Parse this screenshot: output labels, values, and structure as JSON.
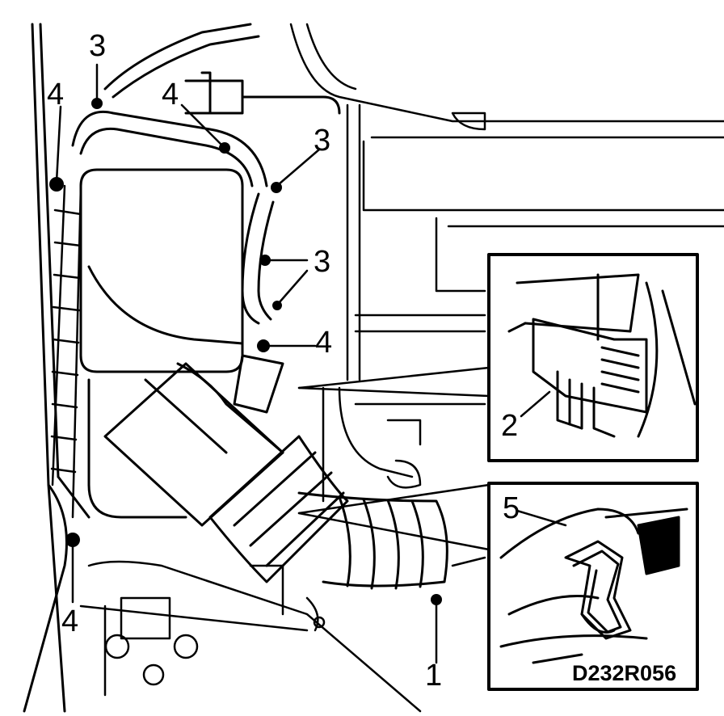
{
  "callouts": {
    "c1": "1",
    "c2": "2",
    "c3a": "3",
    "c3b": "3",
    "c3c": "3",
    "c4a": "4",
    "c4b": "4",
    "c4c": "4",
    "c4d": "4",
    "c5": "5"
  },
  "reference_code": "D232R056",
  "colors": {
    "line": "#000000",
    "background": "#ffffff"
  }
}
